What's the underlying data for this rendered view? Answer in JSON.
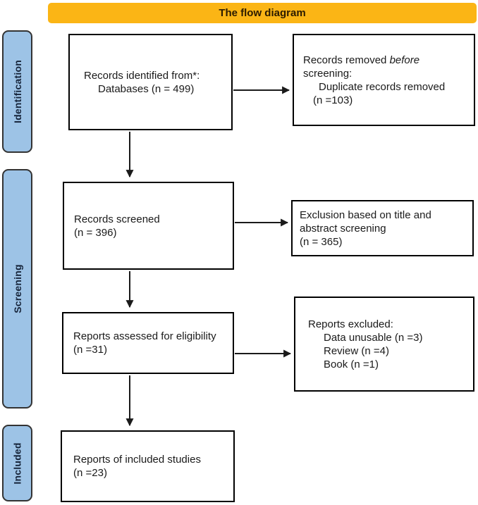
{
  "title_bar": {
    "label": "The flow diagram"
  },
  "stages": {
    "identification": "Identification",
    "screening": "Screening",
    "included": "Included"
  },
  "boxes": {
    "records_identified": {
      "line1": "Records identified from*:",
      "line2": "Databases (n = 499)"
    },
    "records_removed": {
      "line1_prefix": "Records removed ",
      "line1_italic": "before",
      "line2": "screening:",
      "line3": "Duplicate records removed",
      "line4": "(n =103)"
    },
    "records_screened": {
      "line1": "Records screened",
      "line2": "(n = 396)"
    },
    "exclusion_title_abstract": {
      "line1": "Exclusion based on title and",
      "line2": "abstract screening",
      "line3": "(n = 365)"
    },
    "reports_assessed": {
      "line1": "Reports assessed for eligibility",
      "line2": "(n =31)"
    },
    "reports_excluded": {
      "line1": "Reports excluded:",
      "line2": "Data unusable (n =3)",
      "line3": "Review (n =4)",
      "line4": "Book (n =1)"
    },
    "reports_included": {
      "line1": "Reports of included studies",
      "line2": "(n =23)"
    }
  },
  "colors": {
    "title_bg": "#FBB515",
    "title_text": "#2B1B00",
    "stage_bg": "#9DC3E6",
    "stage_border": "#333333",
    "stage_text": "#16243A",
    "box_border": "#000000",
    "arrow": "#1A1A1A"
  }
}
